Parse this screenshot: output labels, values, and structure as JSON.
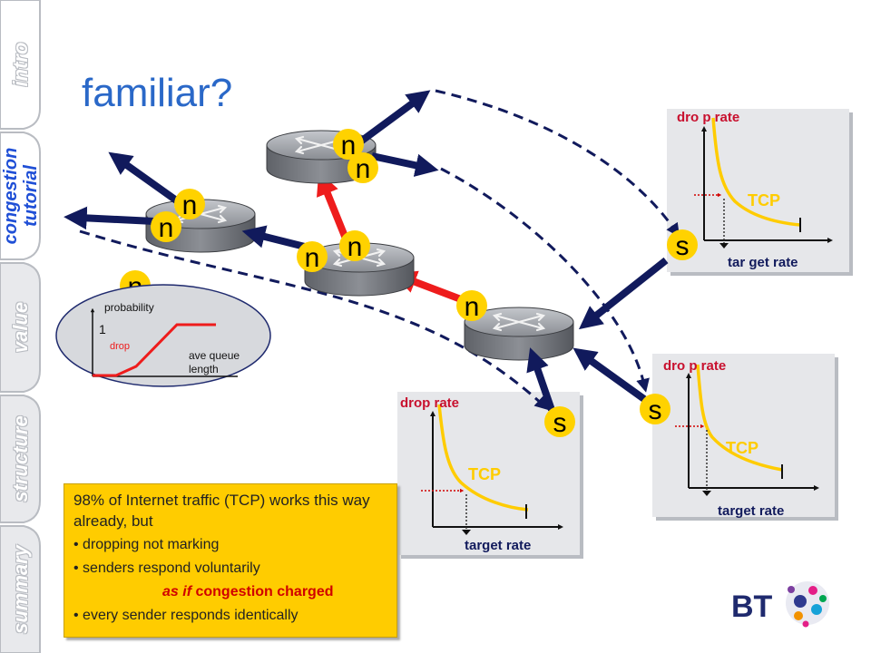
{
  "title": "familiar?",
  "sidebar": {
    "tabs": [
      {
        "label": "intro",
        "active": false
      },
      {
        "label": "congestion tutorial",
        "line1": "congestion",
        "line2": "tutorial",
        "active": true
      },
      {
        "label": "value",
        "active": false
      },
      {
        "label": "structure",
        "active": false
      },
      {
        "label": "summary",
        "active": false
      }
    ]
  },
  "node_labels": {
    "neutral": "n",
    "sender": "s"
  },
  "graphs": [
    {
      "ylabel": "dro p rate",
      "xlabel": "tar get rate",
      "curve_label": "TCP"
    },
    {
      "ylabel": "dro p rate",
      "xlabel": "target rate",
      "curve_label": "TCP"
    },
    {
      "ylabel": "drop rate",
      "xlabel": "target rate",
      "curve_label": "TCP"
    }
  ],
  "red_graph": {
    "ylabel": "probability",
    "tick": "1",
    "curve_label": "drop",
    "xlabel_line1": "ave queue",
    "xlabel_line2": "length"
  },
  "note": {
    "lead": "98% of Internet traffic (TCP) works this way already, but",
    "bullets": [
      "dropping not marking",
      "senders respond voluntarily"
    ],
    "red_prefix": "as if",
    "red_rest": "congestion charged",
    "last_bullet": "every sender responds identically"
  },
  "logo": {
    "text": "BT"
  },
  "colors": {
    "accent": "#2a68c8",
    "arrow_red": "#ee1c1c",
    "marker_yellow": "#ffd200",
    "curve": "#ffcc00",
    "note_bg": "#ffcc00",
    "router": "#8a8d93"
  }
}
